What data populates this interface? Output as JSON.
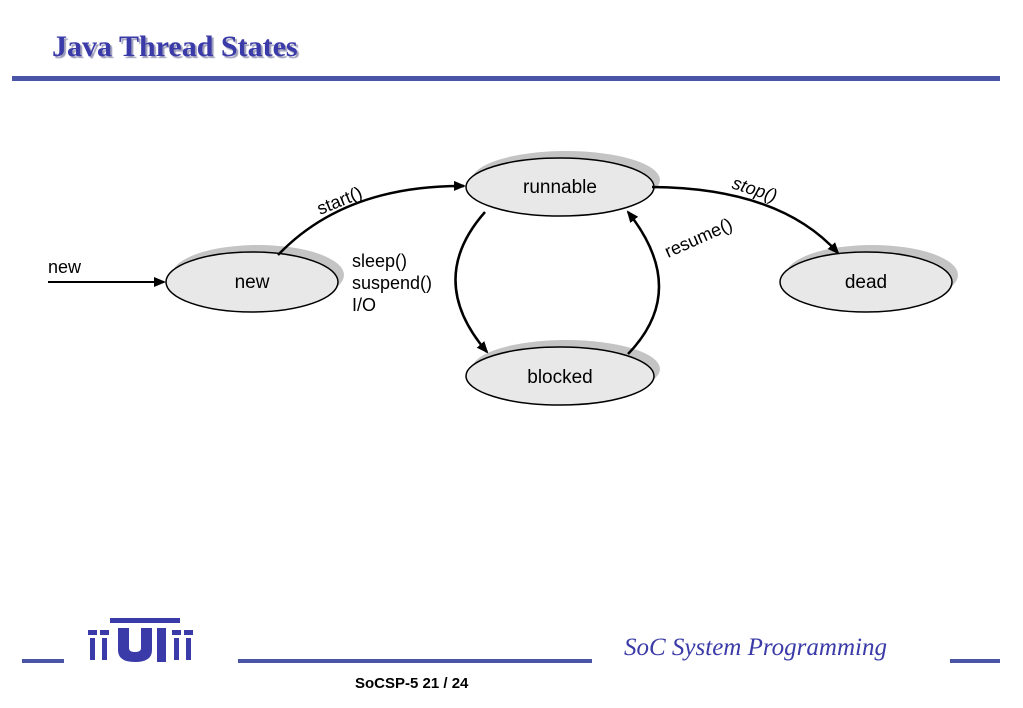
{
  "slide": {
    "title": "Java Thread States",
    "footer_title": "SoC System Programming",
    "page_label": "SoCSP-5  21 / 24"
  },
  "diagram": {
    "states": {
      "new": "new",
      "runnable": "runnable",
      "blocked": "blocked",
      "dead": "dead"
    },
    "transitions": {
      "entry": "new",
      "start": "start()",
      "stop": "stop()",
      "resume": "resume()",
      "block_1": "sleep()",
      "block_2": "suspend()",
      "block_3": "I/O"
    }
  },
  "logo": {
    "icon": "tut-logo-icon"
  },
  "colors": {
    "title": "#3a3aa8",
    "rule": "#4a55a8",
    "state_fill": "#e8e8e8",
    "state_shadow": "#c4c4c4"
  }
}
